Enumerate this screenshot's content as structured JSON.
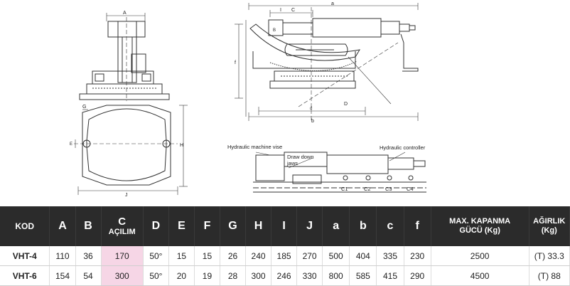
{
  "drawing": {
    "top_left_label": "A",
    "front_labels": [
      "G",
      "H",
      "J",
      "E"
    ],
    "side_labels": [
      "a",
      "I",
      "C",
      "B",
      "f",
      "D",
      "d",
      "b"
    ],
    "lower_labels": {
      "vise": "Hydraulic machine vise",
      "controller": "Hydraulic controller",
      "jaws": "Draw down\njaws",
      "jaws_line1": "Draw down",
      "jaws_line2": "jaws",
      "ports": [
        "C1",
        "C2",
        "C3",
        "C4"
      ]
    }
  },
  "table": {
    "headers": {
      "kod": "KOD",
      "A": "A",
      "B": "B",
      "C_line1": "C",
      "C_line2": "AÇILIM",
      "D": "D",
      "E": "E",
      "F": "F",
      "G": "G",
      "H": "H",
      "I": "I",
      "J": "J",
      "a": "a",
      "b": "b",
      "c": "c",
      "f": "f",
      "max_line1": "MAX. KAPANMA",
      "max_line2": "GÜCÜ (Kg)",
      "w_line1": "AĞIRLIK",
      "w_line2": "(Kg)"
    },
    "rows": [
      {
        "kod": "VHT-4",
        "A": "110",
        "B": "36",
        "C": "170",
        "D": "50°",
        "E": "15",
        "F": "15",
        "G": "26",
        "H": "240",
        "I": "185",
        "J": "270",
        "a": "500",
        "b": "404",
        "c": "335",
        "f": "230",
        "max": "2500",
        "w": "(T) 33.3"
      },
      {
        "kod": "VHT-6",
        "A": "154",
        "B": "54",
        "C": "300",
        "D": "50°",
        "E": "20",
        "F": "19",
        "G": "28",
        "H": "300",
        "I": "246",
        "J": "330",
        "a": "800",
        "b": "585",
        "c": "415",
        "f": "290",
        "max": "4500",
        "w": "(T) 88"
      }
    ],
    "highlight_color": "#f6d6e6",
    "header_bg": "#2b2b2b"
  }
}
